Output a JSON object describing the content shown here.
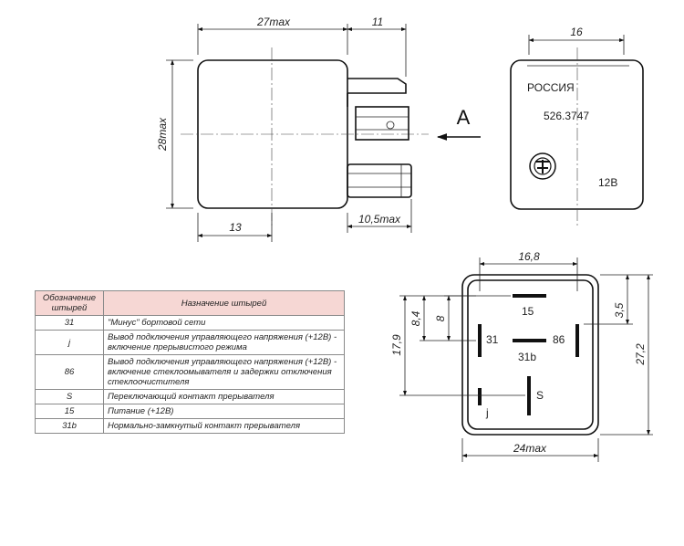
{
  "front_view": {
    "width_dim": "27max",
    "pin_dim": "11",
    "height_dim": "28max",
    "pin_offset_dim": "13",
    "pin_length_dim": "10,5max"
  },
  "view_arrow_label": "A",
  "side_view": {
    "width_dim": "16",
    "origin": "РОССИЯ",
    "model": "526.3747",
    "voltage": "12В"
  },
  "bottom_view": {
    "inner_width_dim": "16,8",
    "width_dim": "24max",
    "dim_17_9": "17,9",
    "dim_8_4": "8,4",
    "dim_8": "8",
    "dim_3_5": "3,5",
    "height_dim": "27,2",
    "pins": {
      "p15": "15",
      "p31": "31",
      "p86": "86",
      "p31b": "31b",
      "pj": "j",
      "pS": "S"
    }
  },
  "table": {
    "header": {
      "col1": "Обозначение штырей",
      "col2": "Назначение штырей"
    },
    "rows": [
      {
        "pin": "31",
        "purpose": "\"Минус\" бортовой сети"
      },
      {
        "pin": "j",
        "purpose": "Вывод подключения управляющего напряжения (+12В) - включение прерывистого режима"
      },
      {
        "pin": "86",
        "purpose": "Вывод подключения управляющего напряжения (+12В) - включение стеклоомывателя и задержки отключения стеклоочистителя"
      },
      {
        "pin": "S",
        "purpose": "Переключающий контакт прерывателя"
      },
      {
        "pin": "15",
        "purpose": "Питание (+12В)"
      },
      {
        "pin": "31b",
        "purpose": "Нормально-замкнутый контакт прерывателя"
      }
    ]
  }
}
